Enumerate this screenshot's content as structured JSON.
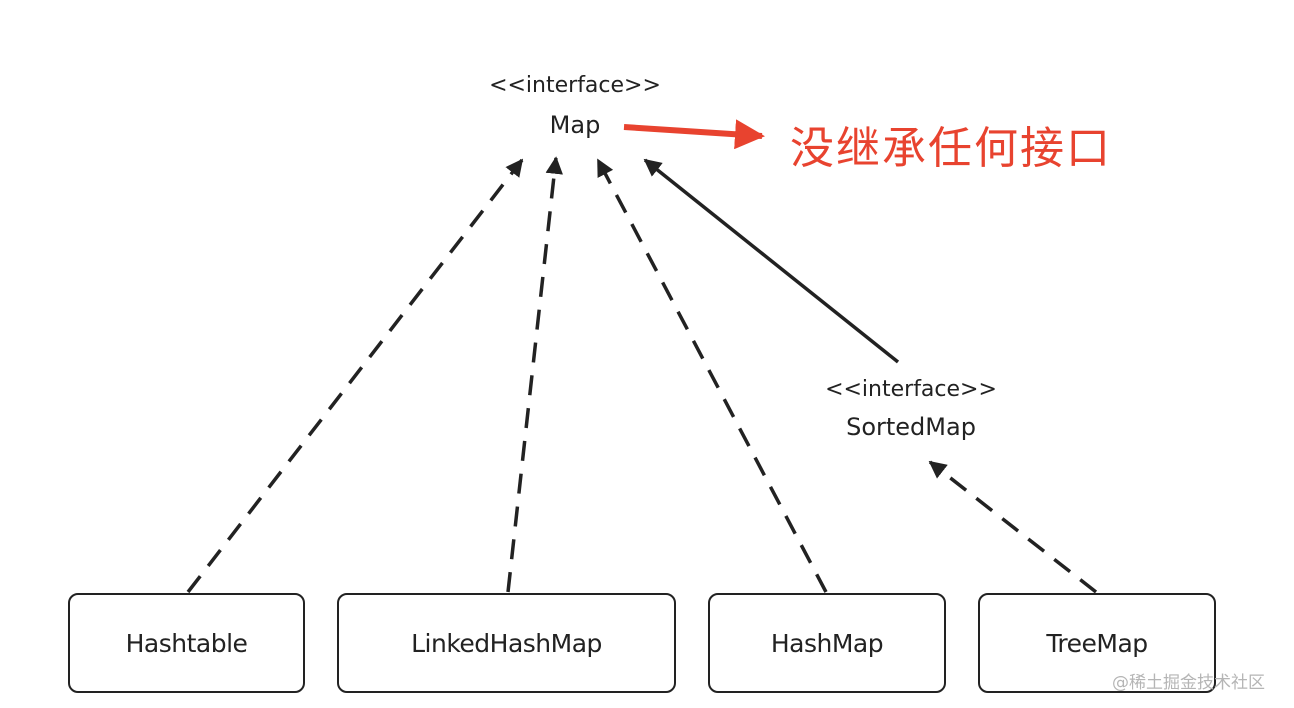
{
  "map_interface": {
    "stereotype": "<<interface>>",
    "name": "Map"
  },
  "sortedmap_interface": {
    "stereotype": "<<interface>>",
    "name": "SortedMap"
  },
  "classes": {
    "hashtable": "Hashtable",
    "linkedhashmap": "LinkedHashMap",
    "hashmap": "HashMap",
    "treemap": "TreeMap"
  },
  "annotation": {
    "text": "没继承任何接口",
    "color": "#e8432f"
  },
  "watermark": "@稀土掘金技术社区",
  "colors": {
    "line": "#222222",
    "accent": "#e8432f"
  }
}
